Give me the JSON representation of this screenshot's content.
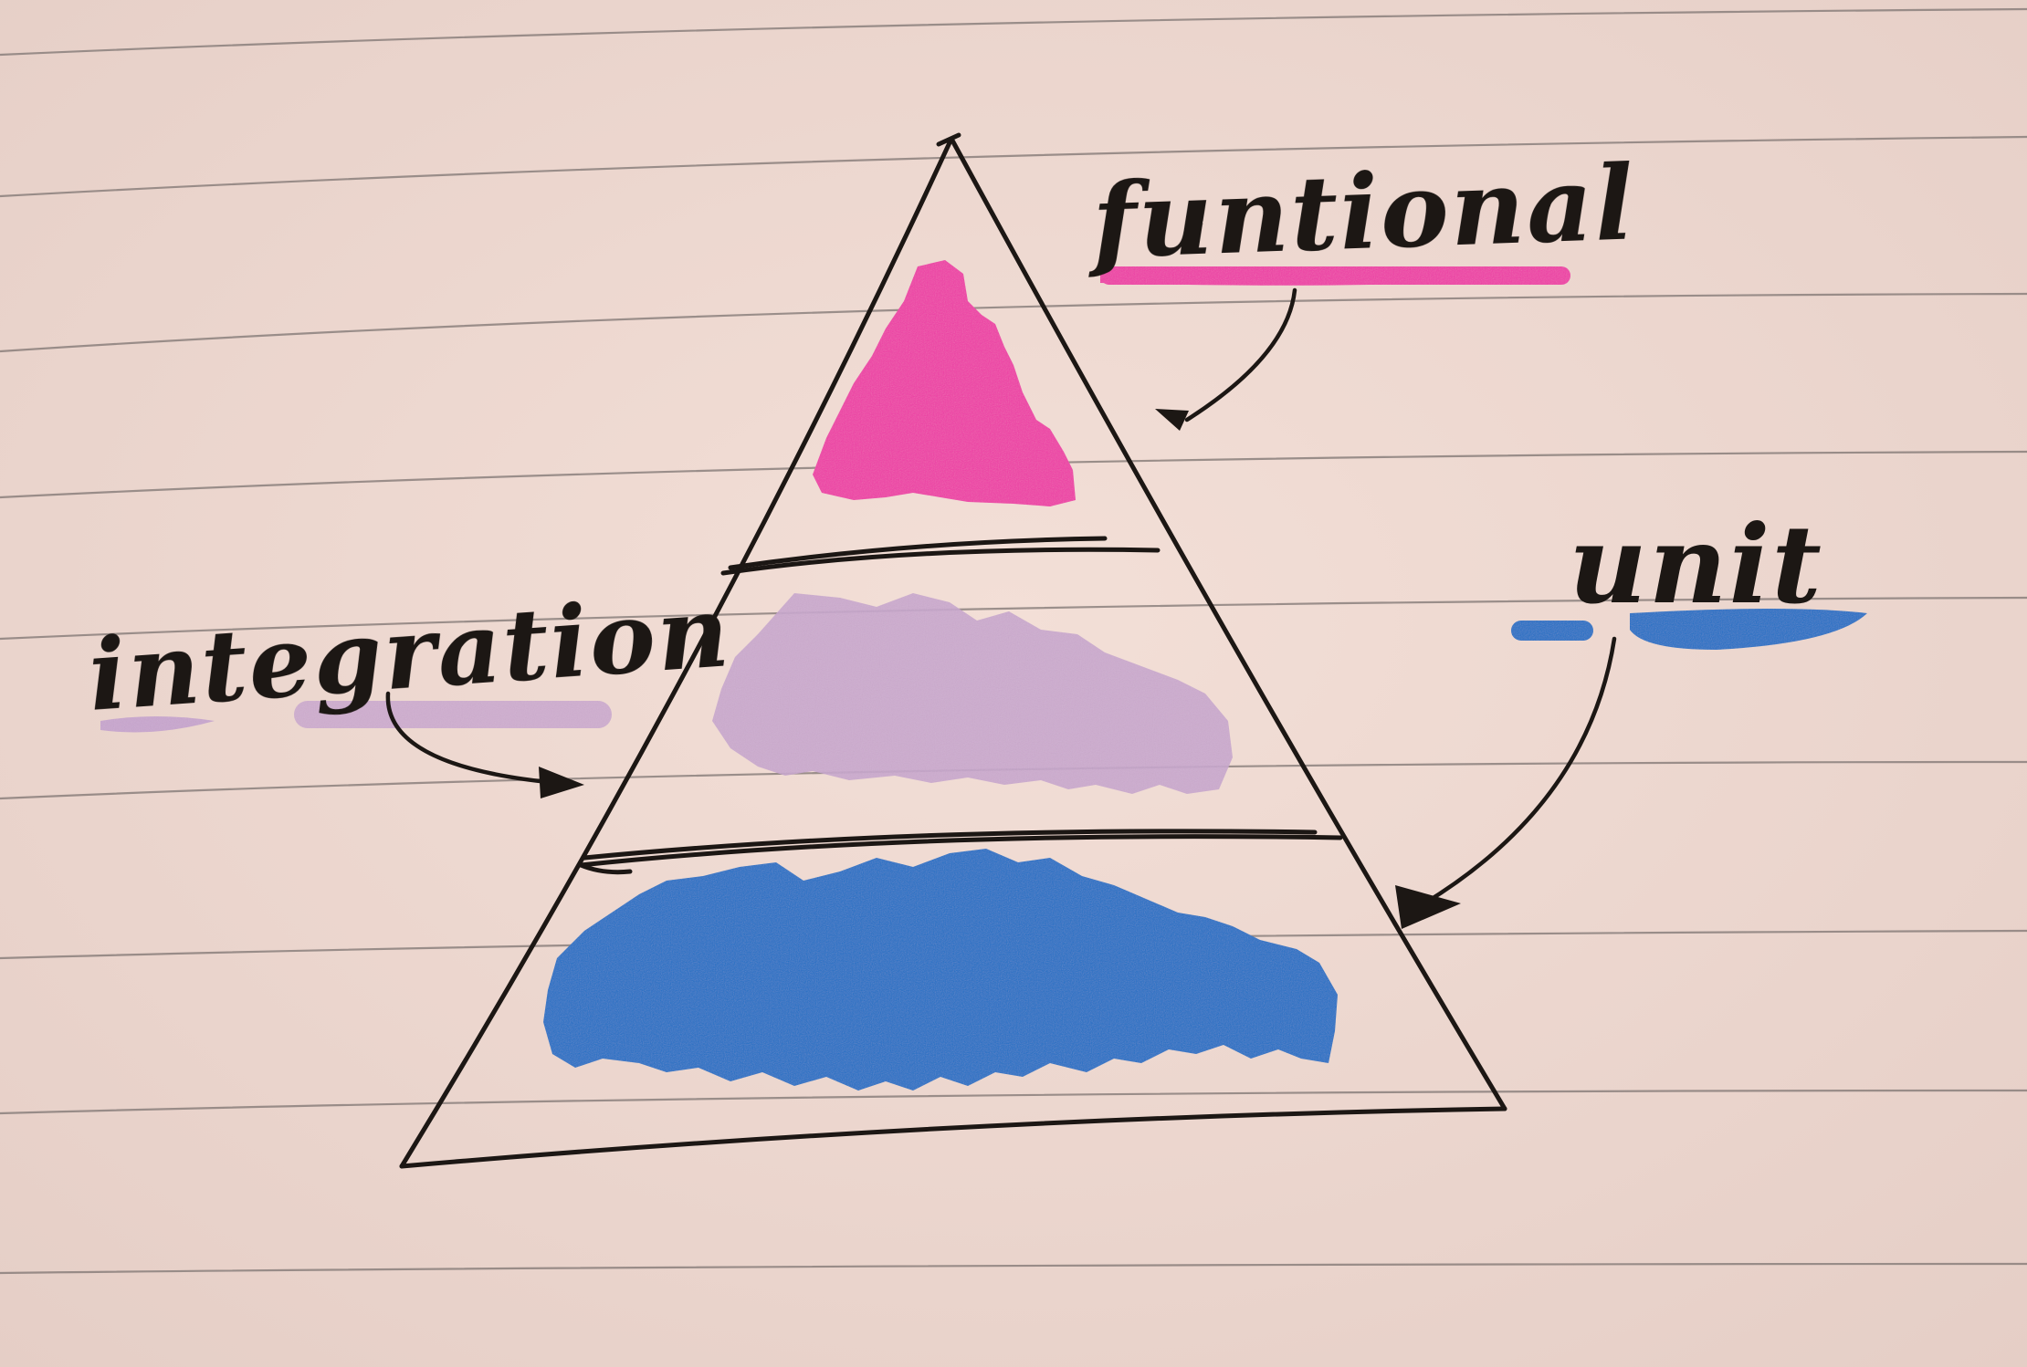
{
  "diagram": {
    "type": "testing-pyramid",
    "labels": {
      "top": "funtional",
      "middle": "integration",
      "bottom": "unit"
    },
    "colors": {
      "paper": "#efd9d1",
      "ruled_line": "#7d7471",
      "ink": "#1c1714",
      "top_fill": "#f03aa6",
      "middle_fill": "#c9a6cf",
      "bottom_fill": "#1a6fc6"
    }
  }
}
